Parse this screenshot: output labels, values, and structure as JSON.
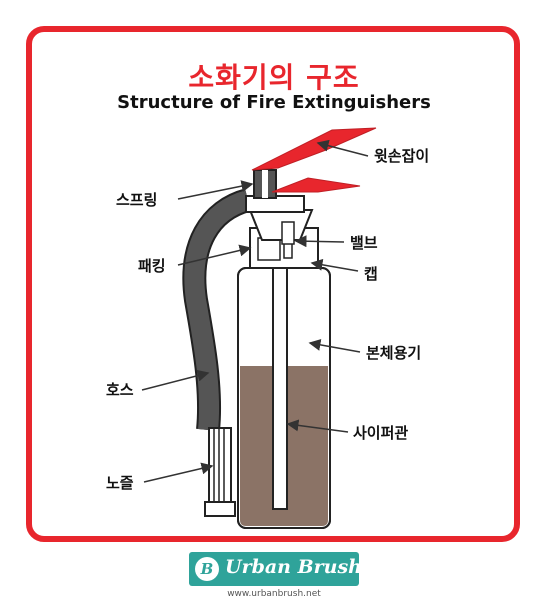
{
  "title": {
    "korean": "소화기의 구조",
    "english": "Structure of Fire Extinguishers"
  },
  "parts": {
    "handle": "윗손잡이",
    "spring": "스프링",
    "valve": "밸브",
    "packing": "패킹",
    "cap": "캡",
    "body": "본체용기",
    "hose": "호스",
    "siphon": "사이퍼관",
    "nozzle": "노즐"
  },
  "brand": {
    "logo_letter": "B",
    "name": "Urban Brush",
    "url": "www.urbanbrush.net"
  },
  "colors": {
    "frame": "#e8262d",
    "handle": "#e8262d",
    "powder": "#8b7366",
    "hose": "#555555",
    "brand": "#2fa39a"
  }
}
